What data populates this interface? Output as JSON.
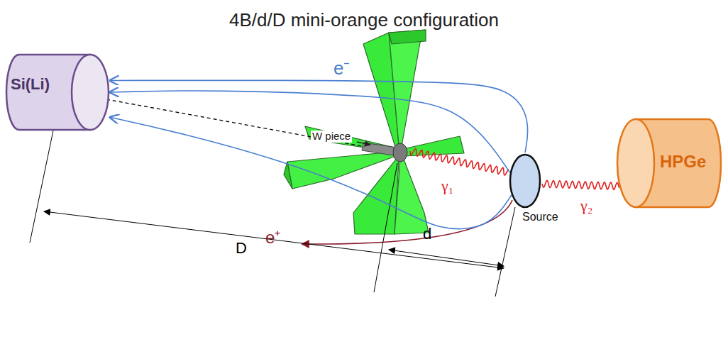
{
  "diagram": {
    "title": "4B/d/D mini-orange configuration",
    "nodes": [
      {
        "text": [
          "Si(Li)"
        ]
      },
      {
        "text": [
          "Source"
        ]
      },
      {
        "text": [
          "HPGe"
        ]
      }
    ],
    "edges": [
      {
        "from": 1,
        "to": 0,
        "arrow": "to",
        "label": "e⁻"
      },
      {
        "from": 1,
        "to": 0,
        "arrow": "to"
      },
      {
        "from": 1,
        "to": 0,
        "arrow": "to"
      },
      {
        "from": 1,
        "to": 2,
        "arrow": "none",
        "label": "γ₂"
      }
    ],
    "labels": [
      "W piece",
      "γ₁",
      "e⁺",
      "D",
      "d"
    ]
  }
}
